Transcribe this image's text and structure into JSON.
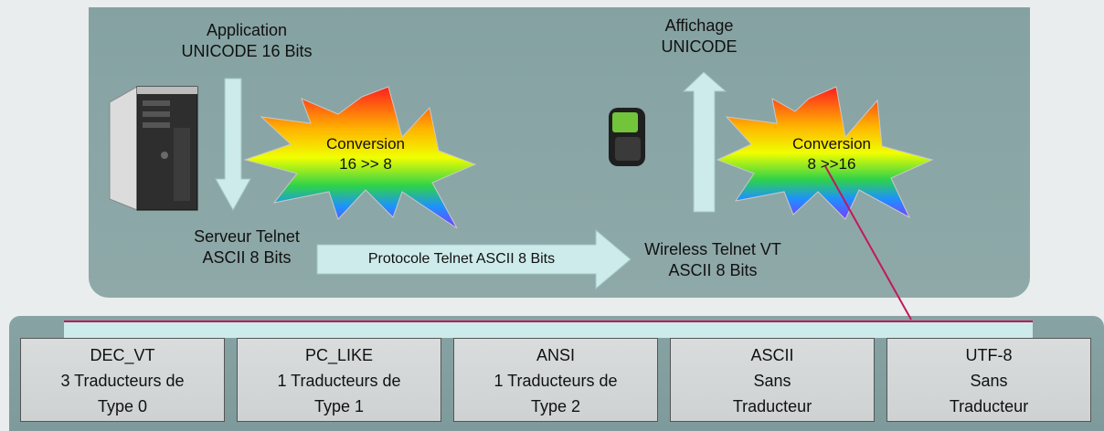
{
  "top": {
    "server_top_label": "Application\nUNICODE 16 Bits",
    "server_bottom_label": "Serveur Telnet\nASCII 8 Bits",
    "device_top_label": "Affichage\nUNICODE",
    "device_bottom_label": "Wireless Telnet VT\nASCII 8 Bits",
    "protocol_label": "Protocole Telnet ASCII 8 Bits",
    "conversion_left": "Conversion\n16 >> 8",
    "conversion_right": "Conversion\n8 >>16"
  },
  "translators": [
    {
      "line1": "DEC_VT",
      "line2": "3 Traducteurs  de",
      "line3": "Type  0"
    },
    {
      "line1": "PC_LIKE",
      "line2": "1 Traducteurs  de",
      "line3": "Type  1"
    },
    {
      "line1": "ANSI",
      "line2": "1 Traducteurs  de",
      "line3": "Type  2"
    },
    {
      "line1": "ASCII",
      "line2": "Sans",
      "line3": "Traducteur"
    },
    {
      "line1": "UTF-8",
      "line2": "Sans",
      "line3": "Traducteur"
    }
  ],
  "colors": {
    "arrow_fill": "#cdebea",
    "connector_line": "#c2185b"
  }
}
